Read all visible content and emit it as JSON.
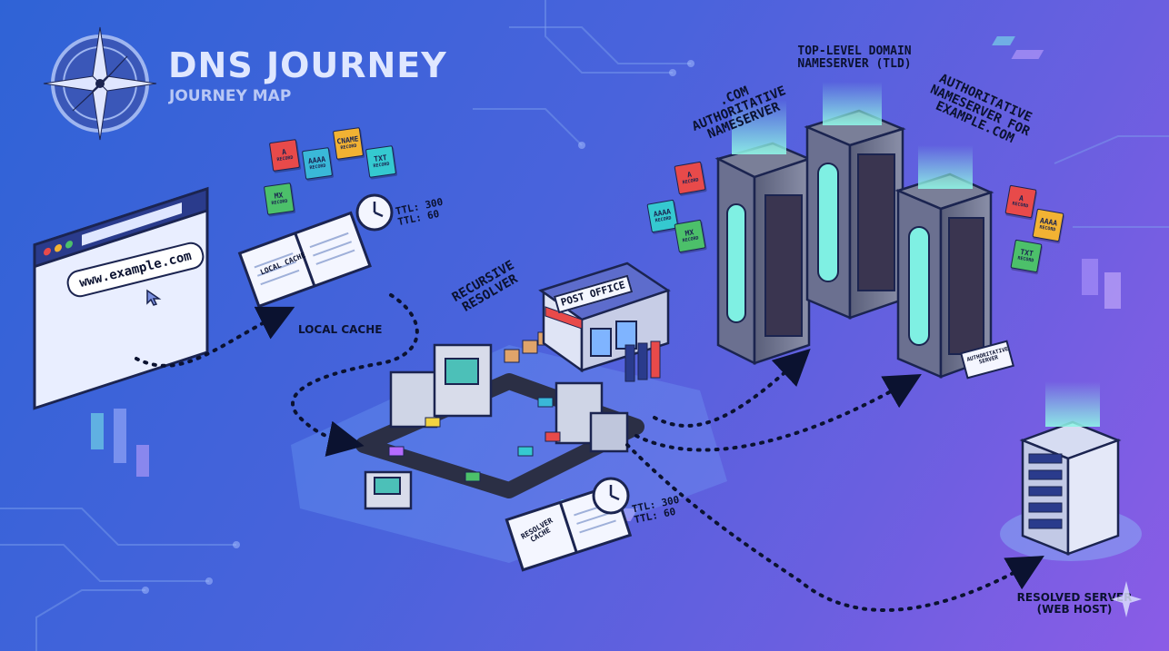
{
  "header": {
    "title": "DNS JOURNEY",
    "subtitle": "JOURNEY MAP"
  },
  "browser": {
    "url": "www.example.com"
  },
  "local_cache": {
    "label": "LOCAL CACHE",
    "book_label": "LOCAL CACHE",
    "ttl_1": "TTL: 300",
    "ttl_2": "TTL: 60",
    "records": [
      {
        "type": "A",
        "sub": "RECORD",
        "color": "#e84a4a"
      },
      {
        "type": "AAAA",
        "sub": "RECORD",
        "color": "#3ab8d8"
      },
      {
        "type": "CNAME",
        "sub": "RECORD",
        "color": "#f2b233"
      },
      {
        "type": "TXT",
        "sub": "RECORD",
        "color": "#35c9d0"
      },
      {
        "type": "MX",
        "sub": "RECORD",
        "color": "#4cc06a"
      }
    ]
  },
  "resolver": {
    "label": "RECURSIVE RESOLVER",
    "sign": "POST OFFICE",
    "book_label": "RESOLVER CACHE",
    "ttl_1": "TTL: 300",
    "ttl_2": "TTL: 60"
  },
  "servers": {
    "com_label": ".COM AUTHORITATIVE NAMESERVER",
    "tld_label": "TOP-LEVEL DOMAIN NAMESERVER (TLD)",
    "auth_label": "AUTHORITATIVE NAMESERVER FOR EXAMPLE.COM",
    "auth_sign": "AUTHORITATIVE SERVER",
    "com_records": [
      {
        "type": "A",
        "sub": "RECORD",
        "color": "#e84a4a"
      },
      {
        "type": "AAAA",
        "sub": "RECORD",
        "color": "#35c9d0"
      },
      {
        "type": "MX",
        "sub": "RECORD",
        "color": "#4cc06a"
      }
    ],
    "auth_records": [
      {
        "type": "A",
        "sub": "RECORD",
        "color": "#e84a4a"
      },
      {
        "type": "AAAA",
        "sub": "RECORD",
        "color": "#f2b233"
      },
      {
        "type": "TXT",
        "sub": "RECORD",
        "color": "#4cc06a"
      }
    ]
  },
  "resolved": {
    "line1": "RESOLVED SERVER",
    "line2": "(WEB HOST)"
  }
}
